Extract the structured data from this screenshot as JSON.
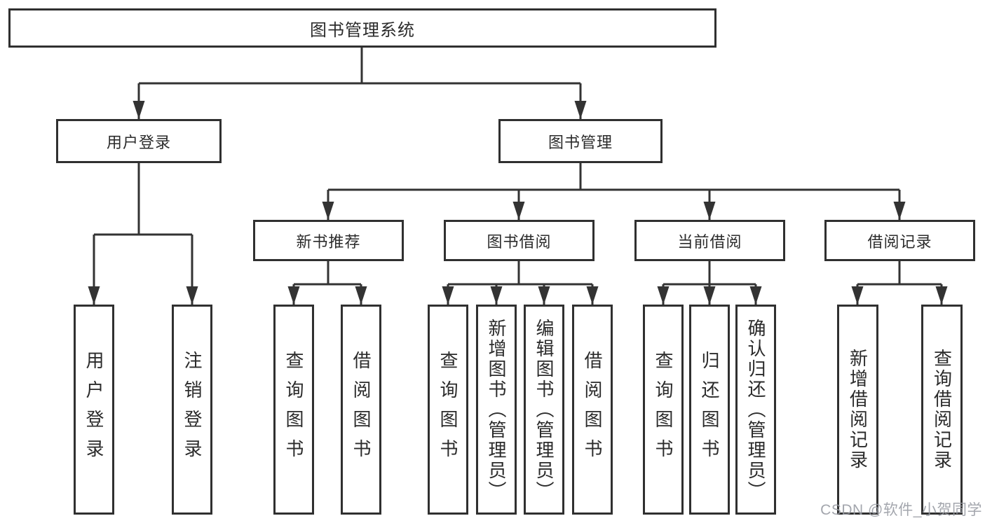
{
  "diagram": {
    "root": {
      "label": "图书管理系统"
    },
    "user_login": {
      "label": "用户登录",
      "children": [
        {
          "label": "用户登录"
        },
        {
          "label": "注销登录"
        }
      ]
    },
    "book_mgmt": {
      "label": "图书管理",
      "children": [
        {
          "label": "新书推荐",
          "children": [
            {
              "label": "查询图书"
            },
            {
              "label": "借阅图书"
            }
          ]
        },
        {
          "label": "图书借阅",
          "children": [
            {
              "label": "查询图书"
            },
            {
              "label": "新增图书（管理员）"
            },
            {
              "label": "编辑图书（管理员）"
            },
            {
              "label": "借阅图书"
            }
          ]
        },
        {
          "label": "当前借阅",
          "children": [
            {
              "label": "查询图书"
            },
            {
              "label": "归还图书"
            },
            {
              "label": "确认归还（管理员）"
            }
          ]
        },
        {
          "label": "借阅记录",
          "children": [
            {
              "label": "新增借阅记录"
            },
            {
              "label": "查询借阅记录"
            }
          ]
        }
      ]
    }
  },
  "watermark": "CSDN @软件_小贺同学",
  "colors": {
    "line": "#333333",
    "box_border": "#303030",
    "watermark": "#9aa0a6",
    "background": "#ffffff"
  }
}
